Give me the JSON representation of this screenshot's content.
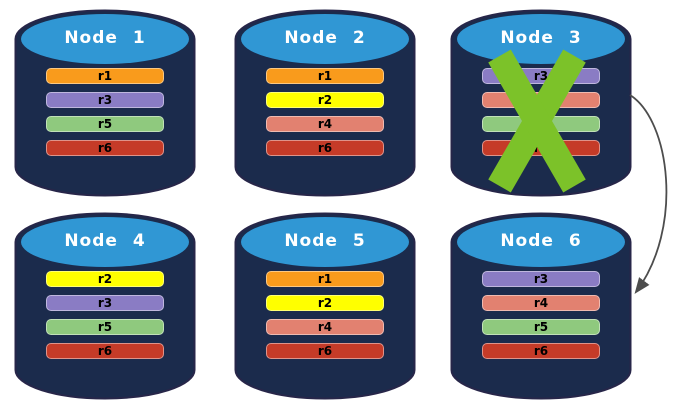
{
  "diagram": {
    "type": "replica-distribution-across-nodes",
    "colors": {
      "cylinder_body": "#1B2B4C",
      "cylinder_top": "#3097D4",
      "cylinder_outline": "#272649",
      "failure_x": "#7CC229",
      "arrow": "#4D4D4D",
      "node_title_text": "#FFFFFF",
      "replica_label_text": "#000000"
    },
    "nodes": [
      {
        "label": "Node 1",
        "failed": false,
        "replicas": [
          {
            "label": "r1",
            "color": "#F99B1C"
          },
          {
            "label": "r3",
            "color": "#8A7CC4"
          },
          {
            "label": "r5",
            "color": "#8FC97E"
          },
          {
            "label": "r6",
            "color": "#C53B28"
          }
        ]
      },
      {
        "label": "Node 2",
        "failed": false,
        "replicas": [
          {
            "label": "r1",
            "color": "#F99B1C"
          },
          {
            "label": "r2",
            "color": "#FFFF00"
          },
          {
            "label": "r4",
            "color": "#E28170"
          },
          {
            "label": "r6",
            "color": "#C53B28"
          }
        ]
      },
      {
        "label": "Node 3",
        "failed": true,
        "replicas": [
          {
            "label": "r3",
            "color": "#8A7CC4"
          },
          {
            "label": "r4",
            "color": "#E28170"
          },
          {
            "label": "r5",
            "color": "#8FC97E"
          },
          {
            "label": "r6",
            "color": "#C53B28"
          }
        ]
      },
      {
        "label": "Node 4",
        "failed": false,
        "replicas": [
          {
            "label": "r2",
            "color": "#FFFF00"
          },
          {
            "label": "r3",
            "color": "#8A7CC4"
          },
          {
            "label": "r5",
            "color": "#8FC97E"
          },
          {
            "label": "r6",
            "color": "#C53B28"
          }
        ]
      },
      {
        "label": "Node 5",
        "failed": false,
        "replicas": [
          {
            "label": "r1",
            "color": "#F99B1C"
          },
          {
            "label": "r2",
            "color": "#FFFF00"
          },
          {
            "label": "r4",
            "color": "#E28170"
          },
          {
            "label": "r6",
            "color": "#C53B28"
          }
        ]
      },
      {
        "label": "Node 6",
        "failed": false,
        "replicas": [
          {
            "label": "r3",
            "color": "#8A7CC4"
          },
          {
            "label": "r4",
            "color": "#E28170"
          },
          {
            "label": "r5",
            "color": "#8FC97E"
          },
          {
            "label": "r6",
            "color": "#C53B28"
          }
        ]
      }
    ],
    "arrow": {
      "from": "Node 3",
      "to": "Node 6"
    }
  }
}
